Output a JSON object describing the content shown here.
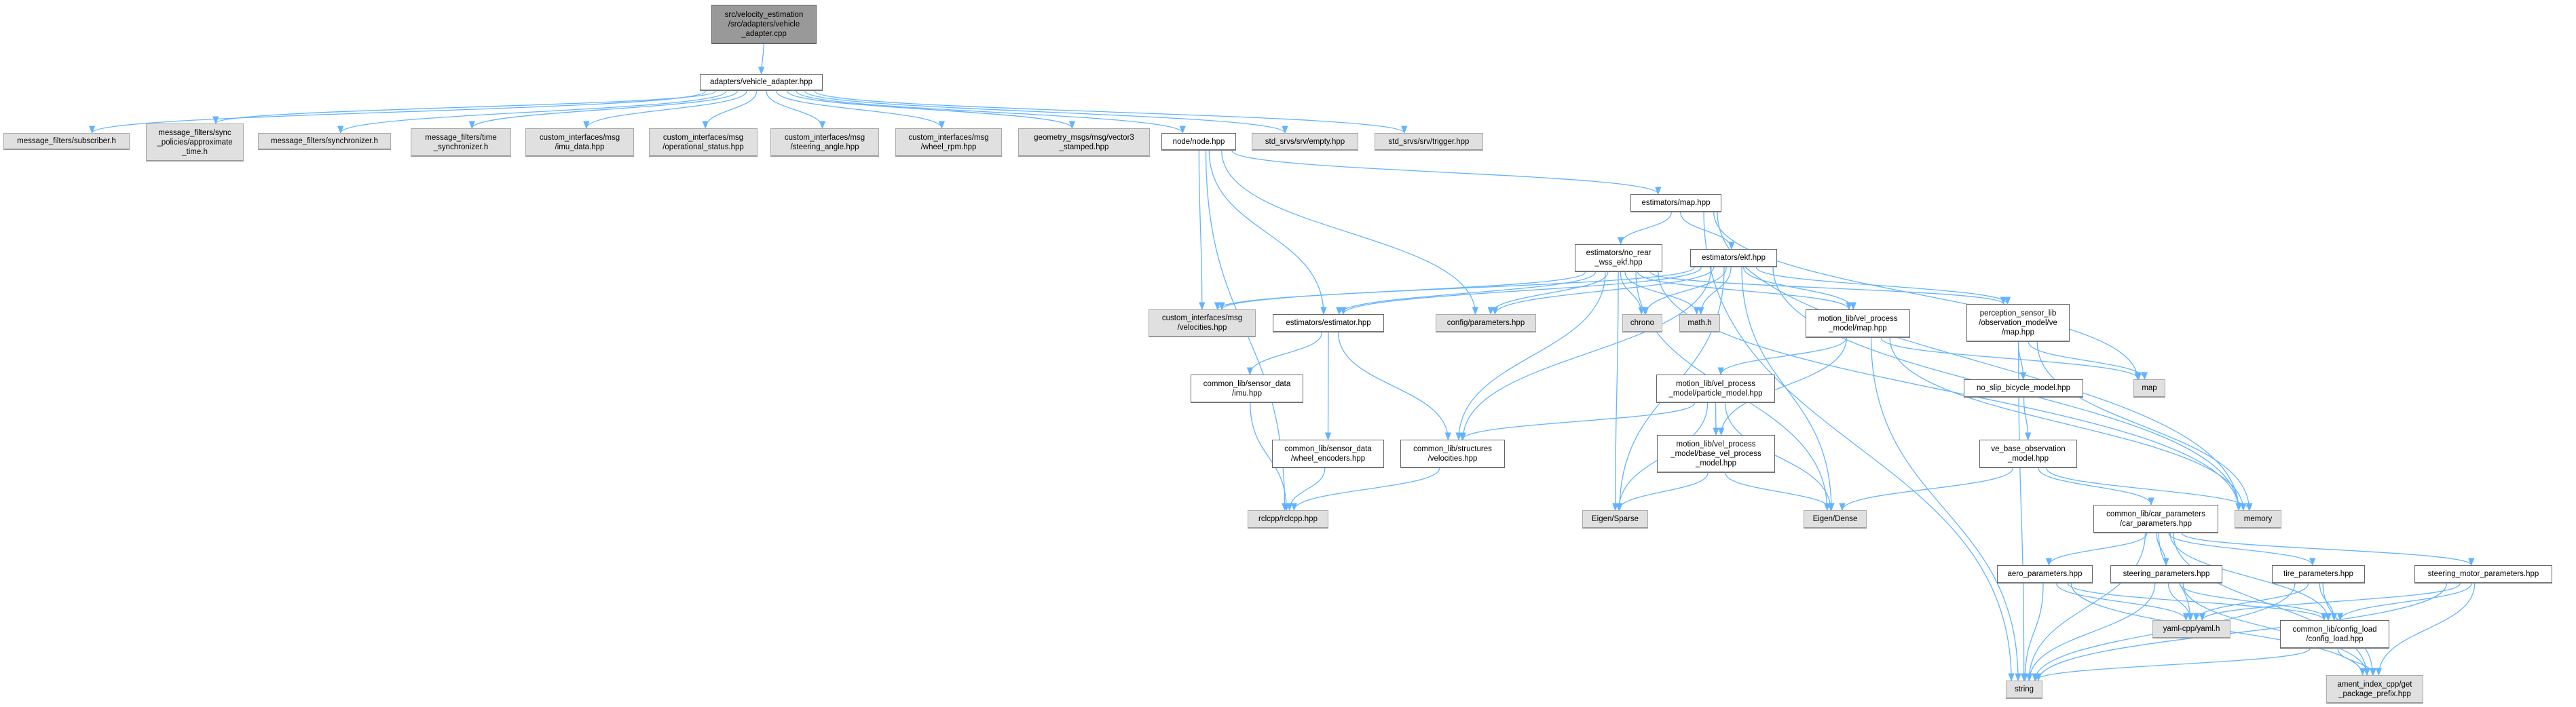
{
  "title": "Include dependency graph for vehicle_adapter.cpp",
  "colors": {
    "edge": "#63b3ff",
    "root_fill": "#999999",
    "external_fill": "#e0e0e0",
    "file_fill": "#ffffff"
  },
  "nodes": [
    {
      "id": "root",
      "label": "src/velocity_estimation\n/src/adapters/vehicle\n_adapter.cpp",
      "kind": "root"
    },
    {
      "id": "va",
      "label": "adapters/vehicle_adapter.hpp",
      "kind": "file"
    },
    {
      "id": "sub",
      "label": "message_filters/subscriber.h",
      "kind": "external"
    },
    {
      "id": "approx",
      "label": "message_filters/sync\n_policies/approximate\n_time.h",
      "kind": "external"
    },
    {
      "id": "sync",
      "label": "message_filters/synchronizer.h",
      "kind": "external"
    },
    {
      "id": "tsync",
      "label": "message_filters/time\n_synchronizer.h",
      "kind": "external"
    },
    {
      "id": "imudata",
      "label": "custom_interfaces/msg\n/imu_data.hpp",
      "kind": "external"
    },
    {
      "id": "ops",
      "label": "custom_interfaces/msg\n/operational_status.hpp",
      "kind": "external"
    },
    {
      "id": "steerang",
      "label": "custom_interfaces/msg\n/steering_angle.hpp",
      "kind": "external"
    },
    {
      "id": "wheelrpm",
      "label": "custom_interfaces/msg\n/wheel_rpm.hpp",
      "kind": "external"
    },
    {
      "id": "vec3",
      "label": "geometry_msgs/msg/vector3\n_stamped.hpp",
      "kind": "external"
    },
    {
      "id": "node",
      "label": "node/node.hpp",
      "kind": "file"
    },
    {
      "id": "empty",
      "label": "std_srvs/srv/empty.hpp",
      "kind": "external"
    },
    {
      "id": "trigger",
      "label": "std_srvs/srv/trigger.hpp",
      "kind": "external"
    },
    {
      "id": "emap",
      "label": "estimators/map.hpp",
      "kind": "file"
    },
    {
      "id": "norear",
      "label": "estimators/no_rear\n_wss_ekf.hpp",
      "kind": "file"
    },
    {
      "id": "ekf",
      "label": "estimators/ekf.hpp",
      "kind": "file"
    },
    {
      "id": "civel",
      "label": "custom_interfaces/msg\n/velocities.hpp",
      "kind": "external"
    },
    {
      "id": "estimator",
      "label": "estimators/estimator.hpp",
      "kind": "file"
    },
    {
      "id": "params",
      "label": "config/parameters.hpp",
      "kind": "external"
    },
    {
      "id": "chrono",
      "label": "chrono",
      "kind": "external"
    },
    {
      "id": "mathh",
      "label": "math.h",
      "kind": "external"
    },
    {
      "id": "mmap",
      "label": "motion_lib/vel_process\n_model/map.hpp",
      "kind": "file"
    },
    {
      "id": "pmap",
      "label": "perception_sensor_lib\n/observation_model/ve\n/map.hpp",
      "kind": "file"
    },
    {
      "id": "map",
      "label": "map",
      "kind": "external"
    },
    {
      "id": "noslip",
      "label": "no_slip_bicycle_model.hpp",
      "kind": "file"
    },
    {
      "id": "particle",
      "label": "motion_lib/vel_process\n_model/particle_model.hpp",
      "kind": "file"
    },
    {
      "id": "imu",
      "label": "common_lib/sensor_data\n/imu.hpp",
      "kind": "file"
    },
    {
      "id": "wenc",
      "label": "common_lib/sensor_data\n/wheel_encoders.hpp",
      "kind": "file"
    },
    {
      "id": "svel",
      "label": "common_lib/structures\n/velocities.hpp",
      "kind": "file"
    },
    {
      "id": "basevel",
      "label": "motion_lib/vel_process\n_model/base_vel_process\n_model.hpp",
      "kind": "file"
    },
    {
      "id": "vebase",
      "label": "ve_base_observation\n_model.hpp",
      "kind": "file"
    },
    {
      "id": "rclcpp",
      "label": "rclcpp/rclcpp.hpp",
      "kind": "external"
    },
    {
      "id": "sparse",
      "label": "Eigen/Sparse",
      "kind": "external"
    },
    {
      "id": "dense",
      "label": "Eigen/Dense",
      "kind": "external"
    },
    {
      "id": "car",
      "label": "common_lib/car_parameters\n/car_parameters.hpp",
      "kind": "file"
    },
    {
      "id": "memory",
      "label": "memory",
      "kind": "external"
    },
    {
      "id": "aero",
      "label": "aero_parameters.hpp",
      "kind": "file"
    },
    {
      "id": "steerp",
      "label": "steering_parameters.hpp",
      "kind": "file"
    },
    {
      "id": "tire",
      "label": "tire_parameters.hpp",
      "kind": "file"
    },
    {
      "id": "steermotor",
      "label": "steering_motor_parameters.hpp",
      "kind": "file"
    },
    {
      "id": "yaml",
      "label": "yaml-cpp/yaml.h",
      "kind": "external"
    },
    {
      "id": "cfgload",
      "label": "common_lib/config_load\n/config_load.hpp",
      "kind": "file"
    },
    {
      "id": "string",
      "label": "string",
      "kind": "external"
    },
    {
      "id": "ament",
      "label": "ament_index_cpp/get\n_package_prefix.hpp",
      "kind": "external"
    }
  ],
  "edges": [
    [
      "root",
      "va"
    ],
    [
      "va",
      "sub"
    ],
    [
      "va",
      "approx"
    ],
    [
      "va",
      "sync"
    ],
    [
      "va",
      "tsync"
    ],
    [
      "va",
      "imudata"
    ],
    [
      "va",
      "ops"
    ],
    [
      "va",
      "steerang"
    ],
    [
      "va",
      "wheelrpm"
    ],
    [
      "va",
      "vec3"
    ],
    [
      "va",
      "node"
    ],
    [
      "va",
      "empty"
    ],
    [
      "va",
      "trigger"
    ],
    [
      "node",
      "emap"
    ],
    [
      "node",
      "civel"
    ],
    [
      "node",
      "estimator"
    ],
    [
      "node",
      "params"
    ],
    [
      "node",
      "rclcpp"
    ],
    [
      "emap",
      "norear"
    ],
    [
      "emap",
      "ekf"
    ],
    [
      "emap",
      "string"
    ],
    [
      "emap",
      "map"
    ],
    [
      "emap",
      "memory"
    ],
    [
      "norear",
      "civel"
    ],
    [
      "norear",
      "estimator"
    ],
    [
      "norear",
      "params"
    ],
    [
      "norear",
      "chrono"
    ],
    [
      "norear",
      "mathh"
    ],
    [
      "norear",
      "sparse"
    ],
    [
      "norear",
      "dense"
    ],
    [
      "norear",
      "svel"
    ],
    [
      "norear",
      "mmap"
    ],
    [
      "norear",
      "pmap"
    ],
    [
      "norear",
      "memory"
    ],
    [
      "ekf",
      "civel"
    ],
    [
      "ekf",
      "estimator"
    ],
    [
      "ekf",
      "params"
    ],
    [
      "ekf",
      "chrono"
    ],
    [
      "ekf",
      "mathh"
    ],
    [
      "ekf",
      "mmap"
    ],
    [
      "ekf",
      "pmap"
    ],
    [
      "ekf",
      "sparse"
    ],
    [
      "ekf",
      "dense"
    ],
    [
      "ekf",
      "svel"
    ],
    [
      "ekf",
      "memory"
    ],
    [
      "estimator",
      "imu"
    ],
    [
      "estimator",
      "wenc"
    ],
    [
      "estimator",
      "svel"
    ],
    [
      "imu",
      "rclcpp"
    ],
    [
      "wenc",
      "rclcpp"
    ],
    [
      "svel",
      "rclcpp"
    ],
    [
      "mmap",
      "particle"
    ],
    [
      "mmap",
      "basevel"
    ],
    [
      "mmap",
      "map"
    ],
    [
      "mmap",
      "string"
    ],
    [
      "mmap",
      "memory"
    ],
    [
      "particle",
      "svel"
    ],
    [
      "particle",
      "basevel"
    ],
    [
      "particle",
      "sparse"
    ],
    [
      "particle",
      "dense"
    ],
    [
      "basevel",
      "sparse"
    ],
    [
      "basevel",
      "dense"
    ],
    [
      "pmap",
      "noslip"
    ],
    [
      "pmap",
      "map"
    ],
    [
      "pmap",
      "memory"
    ],
    [
      "pmap",
      "string"
    ],
    [
      "noslip",
      "vebase"
    ],
    [
      "vebase",
      "dense"
    ],
    [
      "vebase",
      "car"
    ],
    [
      "vebase",
      "memory"
    ],
    [
      "car",
      "aero"
    ],
    [
      "car",
      "steerp"
    ],
    [
      "car",
      "tire"
    ],
    [
      "car",
      "steermotor"
    ],
    [
      "car",
      "string"
    ],
    [
      "car",
      "yaml"
    ],
    [
      "car",
      "cfgload"
    ],
    [
      "car",
      "ament"
    ],
    [
      "aero",
      "yaml"
    ],
    [
      "aero",
      "cfgload"
    ],
    [
      "aero",
      "string"
    ],
    [
      "aero",
      "ament"
    ],
    [
      "steerp",
      "yaml"
    ],
    [
      "steerp",
      "cfgload"
    ],
    [
      "steerp",
      "string"
    ],
    [
      "steerp",
      "ament"
    ],
    [
      "tire",
      "yaml"
    ],
    [
      "tire",
      "cfgload"
    ],
    [
      "tire",
      "string"
    ],
    [
      "tire",
      "ament"
    ],
    [
      "steermotor",
      "yaml"
    ],
    [
      "steermotor",
      "cfgload"
    ],
    [
      "steermotor",
      "string"
    ],
    [
      "steermotor",
      "ament"
    ],
    [
      "cfgload",
      "string"
    ],
    [
      "cfgload",
      "ament"
    ]
  ]
}
